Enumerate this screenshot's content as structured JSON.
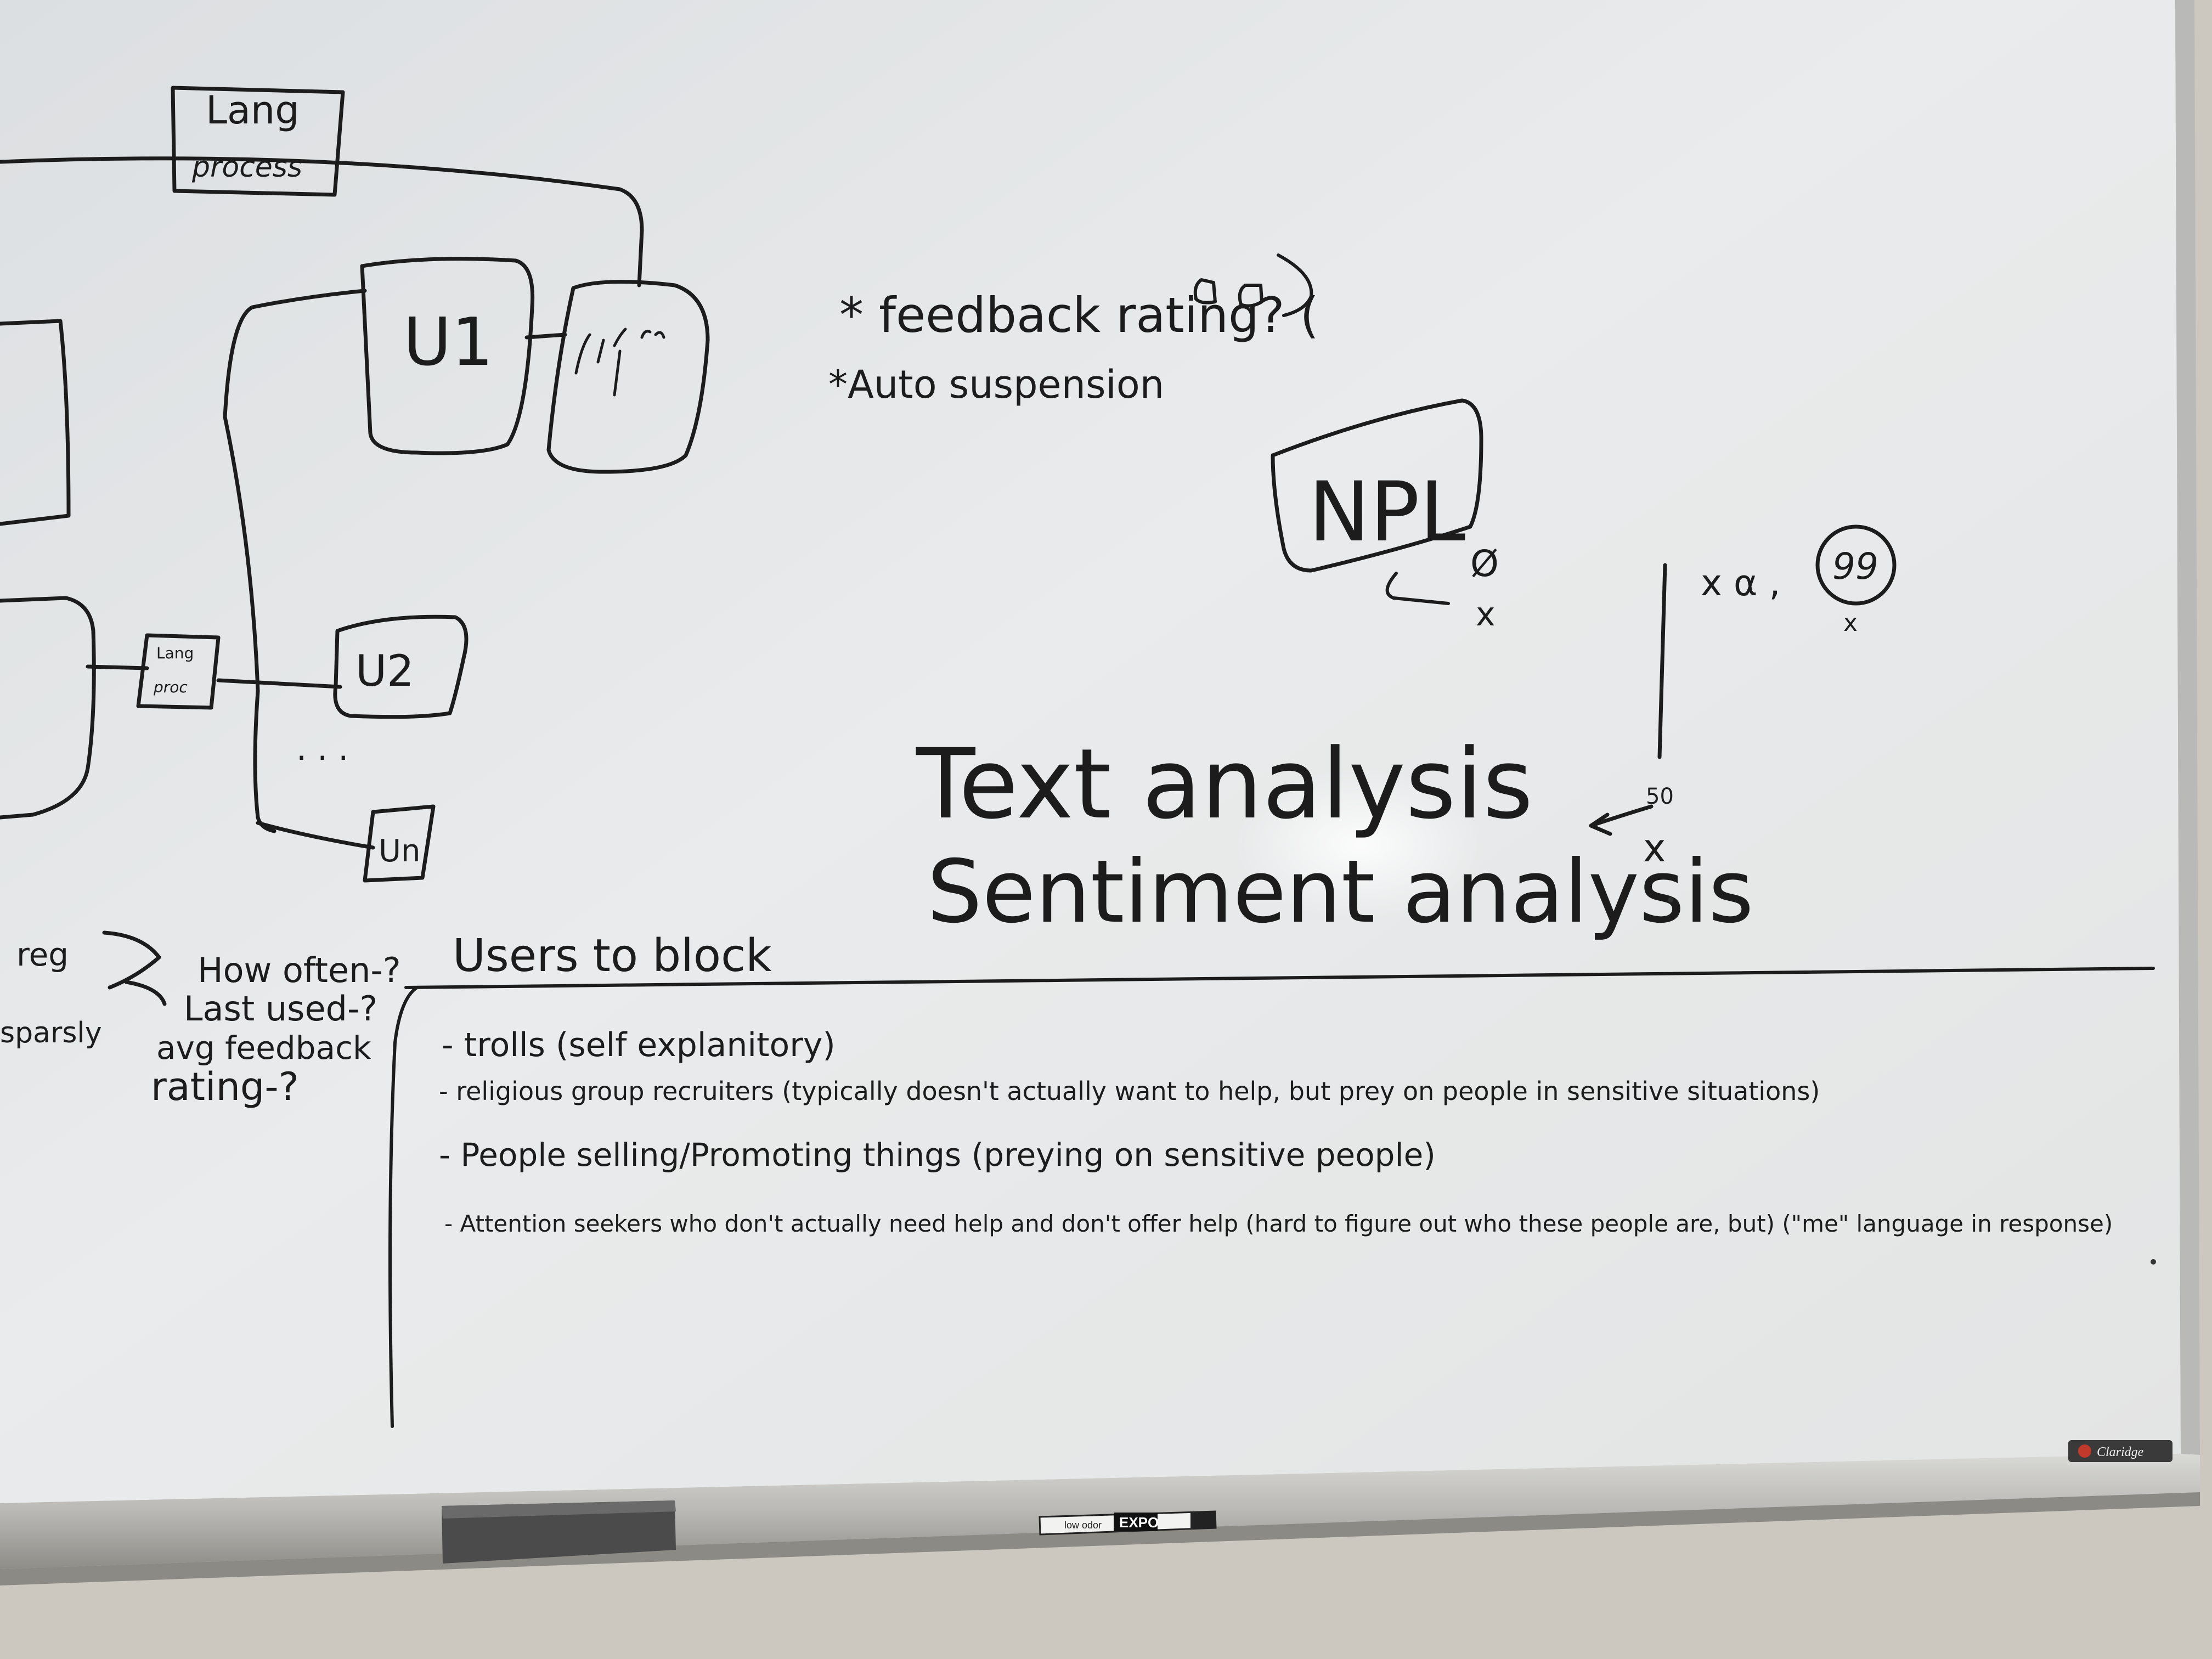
{
  "board": {
    "box_top": {
      "line1": "Lang",
      "line2": "process"
    },
    "box_mid": {
      "line1": "Lang",
      "line2": "proc"
    },
    "u1": "U1",
    "u2": "U2",
    "un": "Un",
    "ellipsis": ". . .",
    "feedback": "* feedback rating? (",
    "auto_suspension": "*Auto suspension",
    "npl": "NPL",
    "npl_empty": "Ø",
    "npl_x": "x",
    "x_count": "x α ,",
    "ninety_nine": "99",
    "circle_x": "x",
    "fifty": "50",
    "bottom_x": "x",
    "text_analysis": "Text analysis",
    "sentiment_analysis": "Sentiment analysis",
    "left_reg": "reg",
    "left_sparsly": "sparsly",
    "how_often": "How often-?",
    "last_used": "Last used-?",
    "avg_feedback": "avg feedback",
    "rating": "rating-?",
    "users_to_block": "Users to block",
    "list": [
      "- trolls (self explanitory)",
      "- religious group recruiters (typically doesn't actually want to help, but prey on people in sensitive situations)",
      "- People selling/Promoting things (preying on sensitive people)",
      "- Attention seekers who don't actually need help and don't offer help (hard to figure out who these people are, but) (\"me\" language in response)"
    ]
  },
  "tray": {
    "marker_brand": "EXPO",
    "marker_label": "low odor"
  },
  "corner_logo": "Claridge"
}
